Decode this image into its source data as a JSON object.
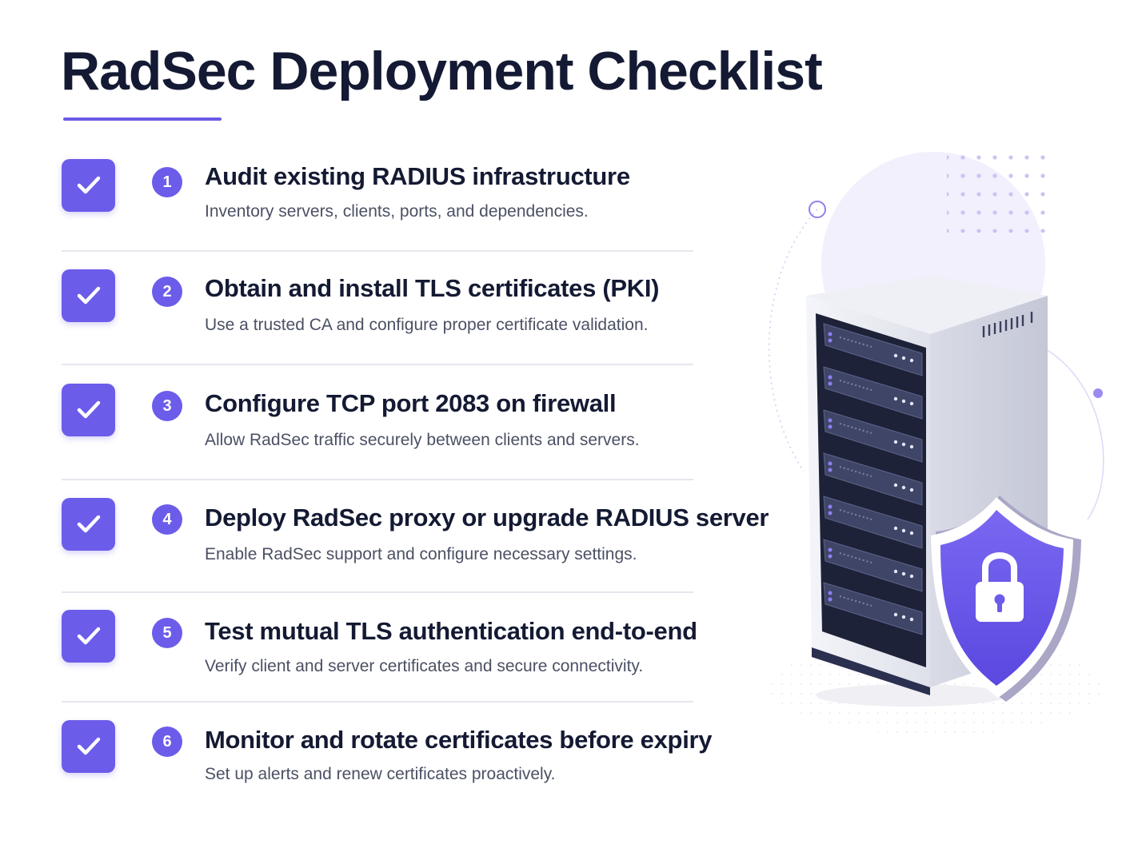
{
  "header": {
    "title": "RadSec Deployment Checklist"
  },
  "checklist": {
    "items": [
      {
        "number": "1",
        "title": "Audit existing RADIUS infrastructure",
        "description": "Inventory servers, clients, ports, and dependencies.",
        "checked": true
      },
      {
        "number": "2",
        "title": "Obtain and install TLS certificates (PKI)",
        "description": "Use a trusted CA and configure proper certificate validation.",
        "checked": true
      },
      {
        "number": "3",
        "title": "Configure TCP port 2083 on firewall",
        "description": "Allow RadSec traffic securely between clients and servers.",
        "checked": true
      },
      {
        "number": "4",
        "title": "Deploy RadSec proxy or upgrade RADIUS server",
        "description": "Enable RadSec support and configure necessary settings.",
        "checked": true
      },
      {
        "number": "5",
        "title": "Test mutual TLS authentication end-to-end",
        "description": "Verify client and server certificates and secure connectivity.",
        "checked": true
      },
      {
        "number": "6",
        "title": "Monitor and rotate certificates before expiry",
        "description": "Set up alerts and renew certificates proactively.",
        "checked": true
      }
    ]
  },
  "illustration": {
    "icons": [
      "server-rack-icon",
      "shield-lock-icon"
    ]
  },
  "colors": {
    "accent": "#6c5cea",
    "title_text": "#141a33",
    "description_text": "#4b5064",
    "divider": "#e6e7ee"
  }
}
